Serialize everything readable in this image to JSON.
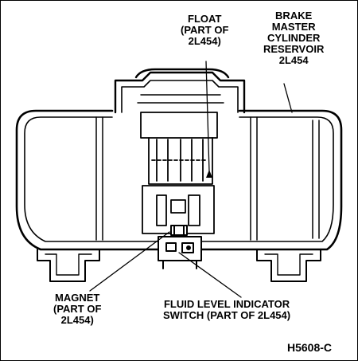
{
  "labels": {
    "float": [
      "FLOAT",
      "(PART OF",
      "2L454)"
    ],
    "reservoir": [
      "BRAKE",
      "MASTER",
      "CYLINDER",
      "RESERVOIR",
      "2L454"
    ],
    "magnet": [
      "MAGNET",
      "(PART OF",
      "2L454)"
    ],
    "switch": [
      "FLUID LEVEL INDICATOR",
      "SWITCH (PART OF 2L454)"
    ]
  },
  "figure_code": "H5608-C"
}
